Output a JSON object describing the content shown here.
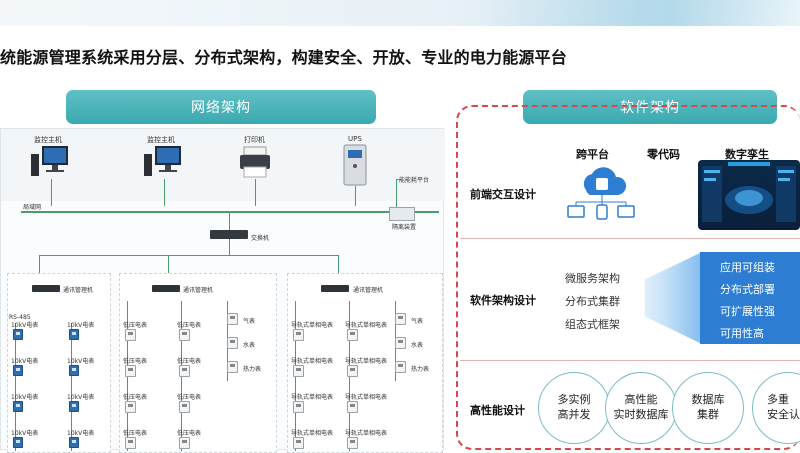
{
  "headline": "统能源管理系统采用分层、分布式架构，构建安全、开放、专业的电力能源平台",
  "network": {
    "title": "网络架构",
    "devices": {
      "host1": "监控主机",
      "host2": "监控主机",
      "printer": "打印机",
      "ups": "UPS",
      "energy_platform": "能能耗平台",
      "lan": "局域网",
      "isolator": "隔离装置",
      "switch": "交换机"
    },
    "groups": [
      {
        "gateway": "通讯管理机",
        "bus": "RS-485",
        "meters": [
          "10kV电表",
          "10kV电表",
          "10kV电表",
          "10kV电表",
          "10kV电表",
          "10kV电表",
          "10kV电表",
          "10kV电表"
        ]
      },
      {
        "gateway": "通讯管理机",
        "meters": [
          "低压电表",
          "低压电表",
          "低压电表",
          "低压电表",
          "低压电表",
          "低压电表",
          "低压电表",
          "低压电表"
        ],
        "aux": [
          "气表",
          "水表",
          "热力表"
        ]
      },
      {
        "gateway": "通讯管理机",
        "meters": [
          "导轨式单相电表",
          "导轨式单相电表",
          "导轨式单相电表",
          "导轨式单相电表",
          "导轨式单相电表",
          "导轨式单相电表",
          "导轨式单相电表",
          "导轨式单相电表"
        ],
        "aux": [
          "气表",
          "水表",
          "热力表"
        ]
      }
    ]
  },
  "software": {
    "title": "软件架构",
    "rows": [
      {
        "title": "前端交互设计",
        "items": [
          "跨平台",
          "零代码",
          "数字孪生"
        ]
      },
      {
        "title": "软件架构设计",
        "items": [
          "微服务架构",
          "分布式集群",
          "组态式框架"
        ],
        "features": [
          "应用可组装",
          "分布式部署",
          "可扩展性强",
          "可用性高"
        ]
      },
      {
        "title": "高性能设计",
        "circles": [
          [
            "多实例",
            "高并发"
          ],
          [
            "高性能",
            "实时数据库"
          ],
          [
            "数据库",
            "集群"
          ],
          [
            "多重",
            "安全认"
          ]
        ]
      }
    ]
  },
  "colors": {
    "pill": "#45b0b6",
    "accent_red": "#d44a4a",
    "panel_blue": "#2d7ed3",
    "bus_green": "#4a9c6a"
  }
}
